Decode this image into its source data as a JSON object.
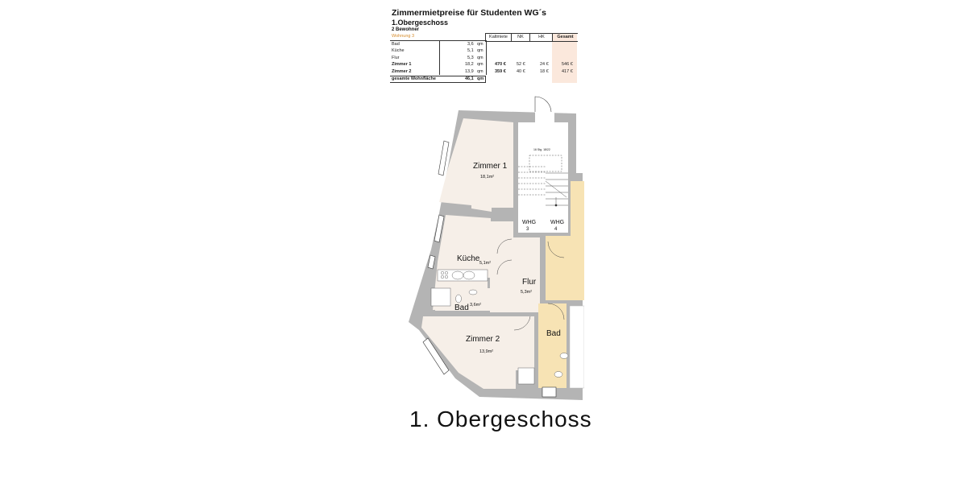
{
  "header": {
    "title": "Zimmermietpreise für Studenten WG´s",
    "floor": "1.Obergeschoss",
    "residents": "2 Bewohner"
  },
  "table": {
    "apartment_label": "Wohnung 3",
    "columns": [
      "Kaltmiete",
      "NK",
      "HK",
      "Gesamt"
    ],
    "rows": [
      {
        "room": "Bad",
        "area": "3,6",
        "unit": "qm",
        "bold": false,
        "kaltmiete": "",
        "nk": "",
        "hk": "",
        "gesamt": ""
      },
      {
        "room": "Küche",
        "area": "5,1",
        "unit": "qm",
        "bold": false,
        "kaltmiete": "",
        "nk": "",
        "hk": "",
        "gesamt": ""
      },
      {
        "room": "Flur",
        "area": "5,3",
        "unit": "qm",
        "bold": false,
        "kaltmiete": "",
        "nk": "",
        "hk": "",
        "gesamt": ""
      },
      {
        "room": "Zimmer 1",
        "area": "18,2",
        "unit": "qm",
        "bold": true,
        "kaltmiete": "470 €",
        "nk": "52 €",
        "hk": "24 €",
        "gesamt": "546 €"
      },
      {
        "room": "Zimmer 2",
        "area": "13,9",
        "unit": "qm",
        "bold": true,
        "kaltmiete": "359 €",
        "nk": "40 €",
        "hk": "18 €",
        "gesamt": "417 €"
      }
    ],
    "total": {
      "label": "gesamte Wohnfläche",
      "area": "46,1",
      "unit": "qm"
    }
  },
  "plan": {
    "rooms": [
      {
        "name": "Zimmer 1",
        "area": "18,1m²"
      },
      {
        "name": "Küche",
        "area": "5,1m²"
      },
      {
        "name": "Flur",
        "area": "5,3m²"
      },
      {
        "name": "Bad",
        "area": "3,6m²"
      },
      {
        "name": "Zimmer 2",
        "area": "13,9m²"
      },
      {
        "name": "Bad",
        "area": ""
      }
    ],
    "stair_note": "16 Stg. 18/22",
    "whg_labels": [
      {
        "label": "WHG",
        "num": "3"
      },
      {
        "label": "WHG",
        "num": "4"
      }
    ],
    "colors": {
      "wall": "#b4b4b4",
      "room": "#f6efe8",
      "neighbor": "#f7e3b4",
      "stair": "#ffffff"
    }
  },
  "footer": {
    "floor_title": "1. Obergeschoss"
  }
}
